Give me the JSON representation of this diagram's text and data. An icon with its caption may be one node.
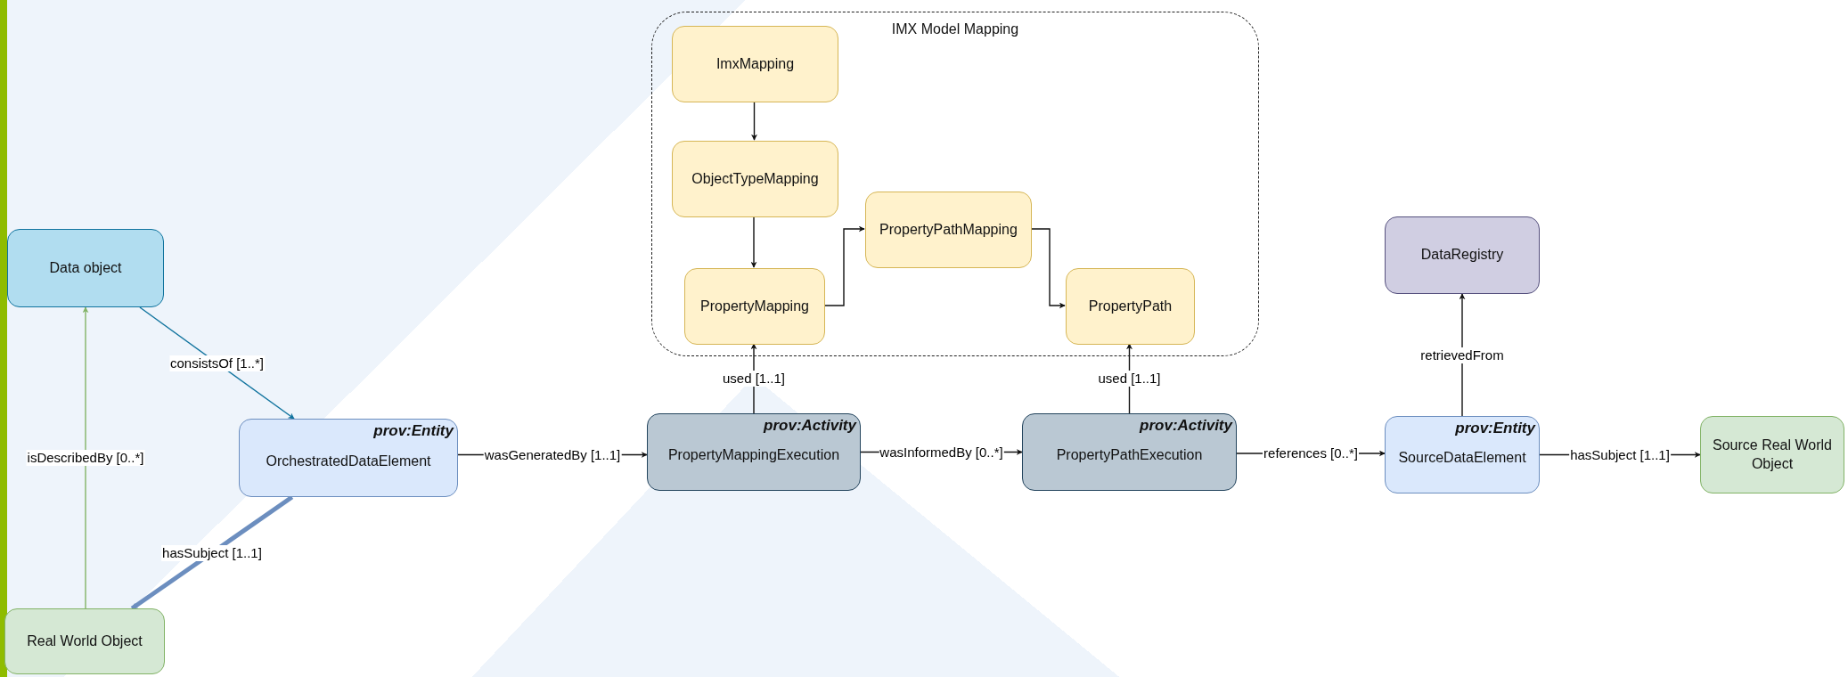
{
  "diagram": {
    "nodes": [
      {
        "text": [
          "IMX Model Mapping"
        ]
      },
      {
        "text": [
          "ImxMapping"
        ],
        "in": 0
      },
      {
        "text": [
          "ObjectTypeMapping"
        ],
        "in": 0
      },
      {
        "text": [
          "PropertyMapping"
        ],
        "in": 0
      },
      {
        "text": [
          "PropertyPathMapping"
        ],
        "in": 0
      },
      {
        "text": [
          "PropertyPath"
        ],
        "in": 0
      },
      {
        "text": [
          "DataRegistry"
        ]
      },
      {
        "text": [
          "Data object"
        ]
      },
      {
        "text": [
          "prov:Entity",
          "OrchestratedDataElement"
        ]
      },
      {
        "text": [
          "prov:Activity",
          "PropertyMappingExecution"
        ]
      },
      {
        "text": [
          "prov:Activity",
          "PropertyPathExecution"
        ]
      },
      {
        "text": [
          "prov:Entity",
          "SourceDataElement"
        ]
      },
      {
        "text": [
          "Source Real World Object"
        ]
      },
      {
        "text": [
          "Real World Object"
        ]
      }
    ],
    "edges": [
      {
        "from": 7,
        "to": 8,
        "arrow": "to",
        "label": "consistsOf [1..*]",
        "color": "#10739e"
      },
      {
        "from": 13,
        "to": 7,
        "arrow": "to",
        "label": "isDescribedBy [0..*]",
        "color": "#82b366"
      },
      {
        "from": 8,
        "to": 13,
        "arrow": "to",
        "label": "hasSubject [1..1]",
        "style": "thick",
        "color": "#6c8ebf"
      },
      {
        "from": 8,
        "to": 9,
        "arrow": "to",
        "label": "wasGeneratedBy [1..1]"
      },
      {
        "from": 9,
        "to": 10,
        "arrow": "to",
        "label": "wasInformedBy [0..*]"
      },
      {
        "from": 10,
        "to": 11,
        "arrow": "to",
        "label": "references [0..*]"
      },
      {
        "from": 11,
        "to": 12,
        "arrow": "to",
        "label": "hasSubject [1..1]"
      },
      {
        "from": 11,
        "to": 6,
        "arrow": "to",
        "label": "retrievedFrom"
      },
      {
        "from": 9,
        "to": 3,
        "arrow": "to",
        "label": "used [1..1]"
      },
      {
        "from": 10,
        "to": 5,
        "arrow": "to",
        "label": "used [1..1]"
      },
      {
        "from": 1,
        "to": 2,
        "arrow": "to"
      },
      {
        "from": 2,
        "to": 3,
        "arrow": "to"
      },
      {
        "from": 3,
        "to": 4,
        "arrow": "to"
      },
      {
        "from": 4,
        "to": 5,
        "arrow": "to"
      }
    ]
  }
}
